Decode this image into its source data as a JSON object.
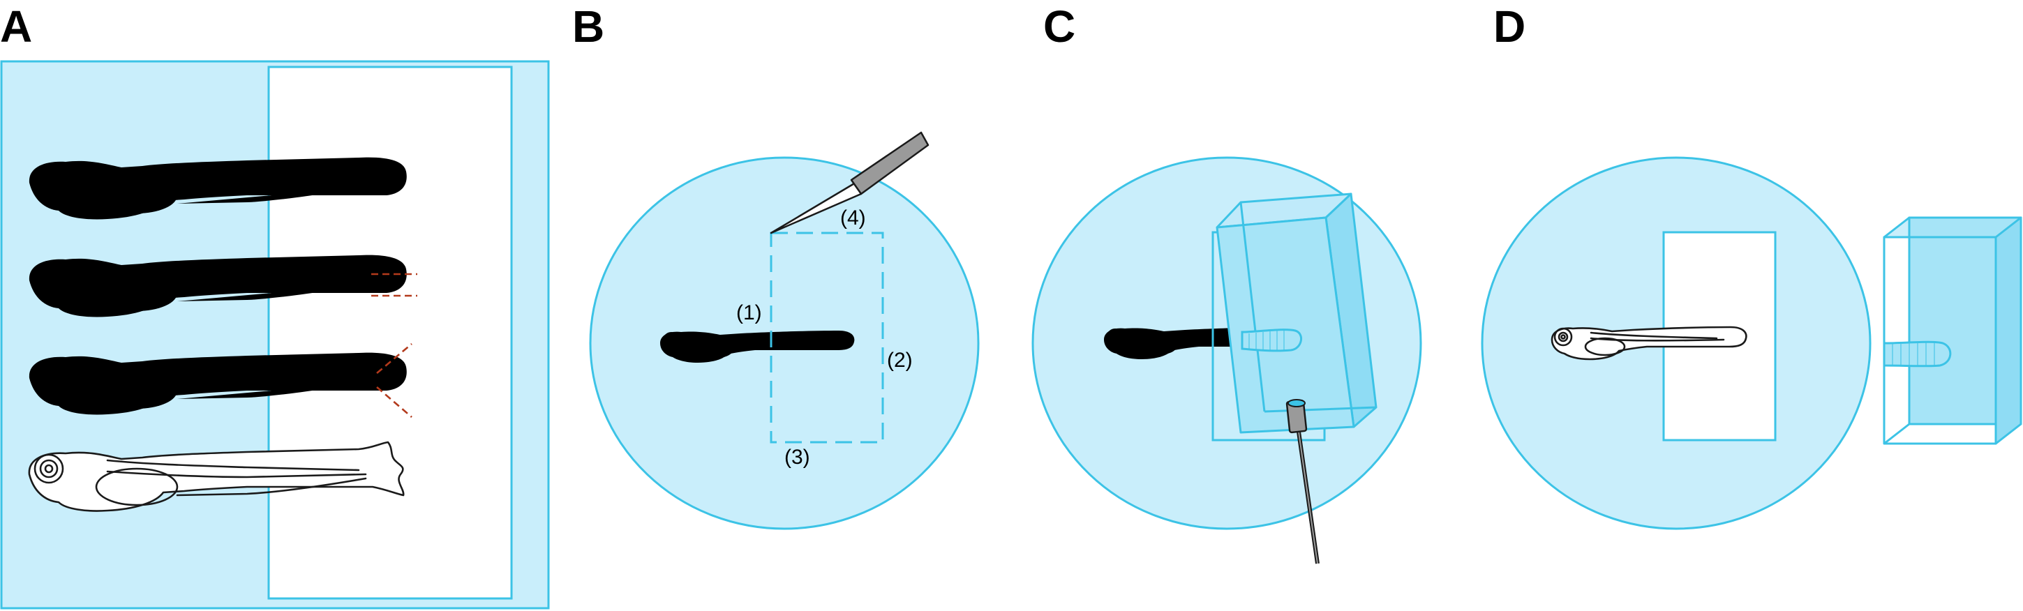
{
  "panels": [
    {
      "letter": "A"
    },
    {
      "letter": "B",
      "steps": [
        "(1)",
        "(2)",
        "(3)",
        "(4)"
      ]
    },
    {
      "letter": "C"
    },
    {
      "letter": "D"
    }
  ],
  "colors": {
    "agarose_fill": "#c9eefb",
    "agarose_stroke": "#3cc3e6",
    "block_fill": "#a6e4f7",
    "cut_line": "#b33a1c",
    "outline": "#1a1a1a",
    "tool_gray": "#9a9a9a"
  }
}
